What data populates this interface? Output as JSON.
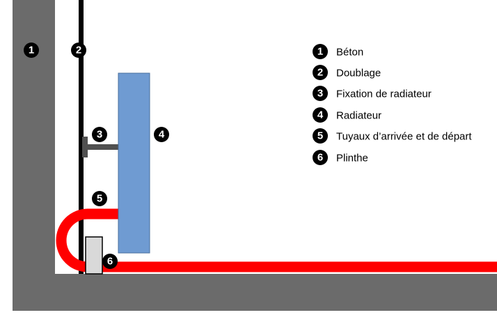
{
  "colors": {
    "concrete": "#6b6b6b",
    "lining": "#000000",
    "bracket": "#505050",
    "radiator": "#6f9bd2",
    "radiator_stroke": "#4a6f9d",
    "pipe": "#ff0000",
    "skirting": "#d9d9d9",
    "marker_fill": "#000000",
    "marker_text": "#ffffff"
  },
  "markers": {
    "m1": "1",
    "m2": "2",
    "m3": "3",
    "m4": "4",
    "m5": "5",
    "m6": "6"
  },
  "legend": [
    {
      "number": "1",
      "label": "Béton"
    },
    {
      "number": "2",
      "label": "Doublage"
    },
    {
      "number": "3",
      "label": "Fixation de radiateur"
    },
    {
      "number": "4",
      "label": "Radiateur"
    },
    {
      "number": "5",
      "label": "Tuyaux d’arrivée et de départ"
    },
    {
      "number": "6",
      "label": "Plinthe"
    }
  ]
}
